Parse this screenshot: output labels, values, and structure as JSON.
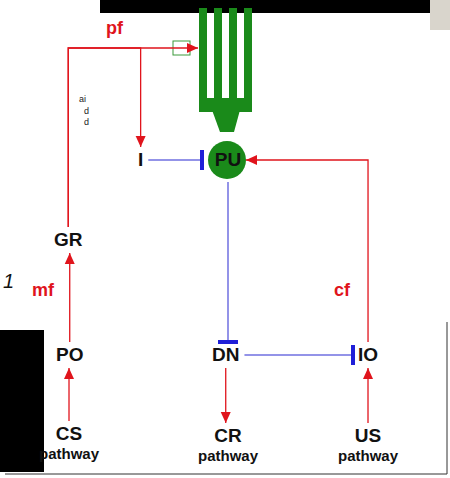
{
  "diagram": {
    "nodes": [
      {
        "text": [
          "PU"
        ]
      },
      {
        "text": [
          "I"
        ]
      },
      {
        "text": [
          "GR"
        ]
      },
      {
        "text": [
          "PO"
        ]
      },
      {
        "text": [
          "DN"
        ]
      },
      {
        "text": [
          "IO"
        ]
      },
      {
        "text": [
          "CS",
          "pathway"
        ]
      },
      {
        "text": [
          "CR",
          "pathway"
        ]
      },
      {
        "text": [
          "US",
          "pathway"
        ]
      }
    ],
    "edges": [
      {
        "from": 6,
        "to": 3,
        "arrow": "to"
      },
      {
        "from": 3,
        "to": 2,
        "label": "mf",
        "arrow": "to"
      },
      {
        "from": 2,
        "to": 0,
        "label": "pf",
        "arrow": "to"
      },
      {
        "from": 2,
        "to": 1,
        "arrow": "to"
      },
      {
        "from": 1,
        "to": 0,
        "arrow": "to"
      },
      {
        "from": 0,
        "to": 4,
        "arrow": "to"
      },
      {
        "from": 4,
        "to": 7,
        "arrow": "to"
      },
      {
        "from": 4,
        "to": 5,
        "arrow": "to"
      },
      {
        "from": 8,
        "to": 5,
        "arrow": "to"
      },
      {
        "from": 5,
        "to": 0,
        "label": "cf",
        "arrow": "to"
      }
    ],
    "labels": [
      "ai",
      "d",
      "d",
      "1"
    ]
  }
}
